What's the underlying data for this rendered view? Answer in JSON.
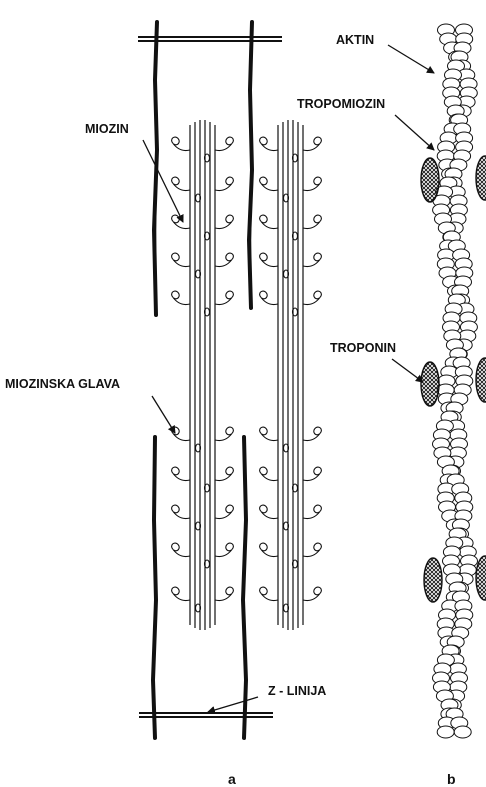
{
  "labels": {
    "myosin": "MIOZIN",
    "myosin_head": "MIOZINSKA GLAVA",
    "z_line": "Z - LINIJA",
    "actin": "AKTIN",
    "tropomyosin": "TROPOMIOZIN",
    "troponin": "TROPONIN"
  },
  "panels": {
    "a": "a",
    "b": "b"
  },
  "colors": {
    "ink": "#111111",
    "background": "#ffffff"
  }
}
